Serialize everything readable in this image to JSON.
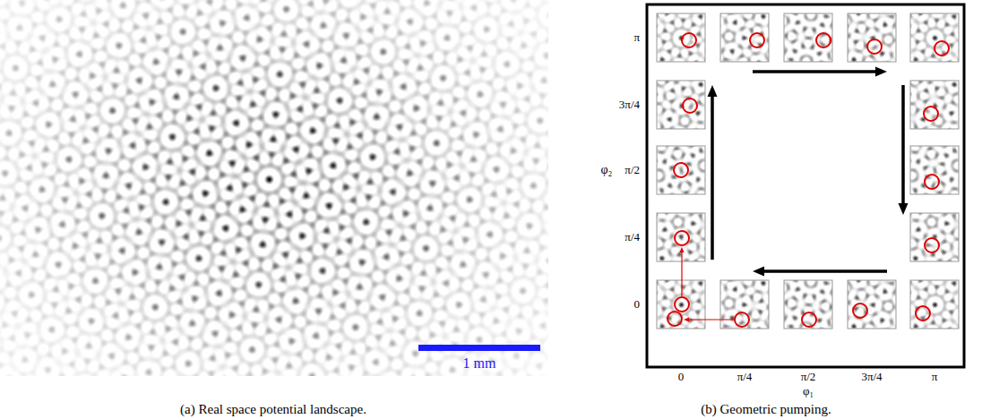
{
  "diagram": {
    "labels": [
      "1 mm",
      "(a) Real space potential landscape.",
      "(b) Geometric pumping.",
      "π",
      "3π/4",
      "π/2",
      "π/4",
      "0",
      "φ₂",
      "0",
      "π/4",
      "π/2",
      "3π/4",
      "π",
      "φ₁"
    ]
  }
}
